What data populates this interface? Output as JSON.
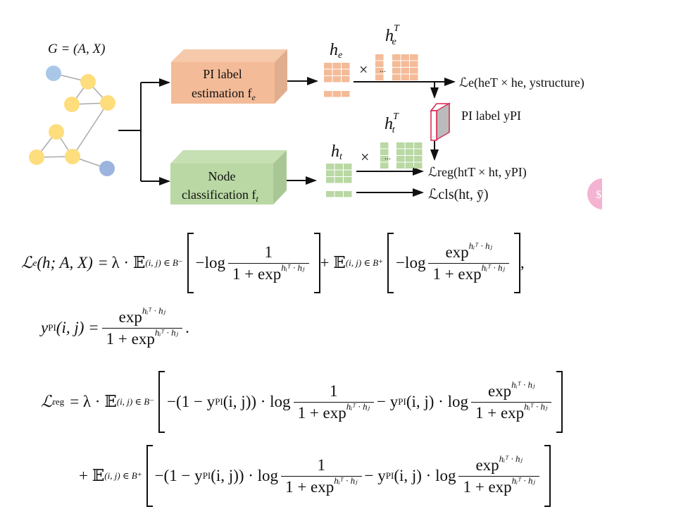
{
  "diagram": {
    "graph_label": "G = (A, X)",
    "box_pi_line1": "PI label",
    "box_pi_line2": "estimation f",
    "box_pi_sub": "e",
    "box_node_line1": "Node",
    "box_node_line2": "classification f",
    "box_node_sub": "t",
    "he_label": "h",
    "he_sub": "e",
    "heT_label": "h",
    "heT_sub": "e",
    "heT_sup": "T",
    "ht_label": "h",
    "ht_sub": "t",
    "htT_label": "h",
    "htT_sub": "t",
    "htT_sup": "T",
    "times": "×",
    "dots": "...",
    "loss_e": "ℒe(heT × he, ystructure)",
    "pi_label": "PI label  yPI",
    "loss_reg": "ℒreg(htT × ht, yPI)",
    "loss_cls": "ℒcls(ht, ȳ)",
    "colors": {
      "orange": "#f4bb98",
      "green": "#b9d8a3",
      "yellow": "#fedd7d",
      "blue": "#a9c8e8",
      "blue2": "#9db4de",
      "red": "#d8204a"
    }
  },
  "equations": {
    "eq1_lhs": "ℒ",
    "eq1_lhs_sub": "e",
    "eq1_args": "(h; A, X)",
    "eq1_eq": "= λ · 𝔼",
    "eq1_E_sub": "(i, j) ∈ B⁻",
    "neglog": "−log",
    "one": "1",
    "onepexp": "1 + exp",
    "exp": "exp",
    "expsup": "hᵢᵀ · hⱼ",
    "plusE": "+ 𝔼",
    "E_pos_sub": "(i, j) ∈ B⁺",
    "comma": ",",
    "eq2_lhs": "y",
    "eq2_sub": "PI",
    "eq2_args": "(i, j) =",
    "period": ".",
    "eq3_lhs": "ℒ",
    "eq3_sub": "reg",
    "eq3_eq": "= λ · 𝔼",
    "term_a": "−(1 − y",
    "term_a_sub": "PI",
    "term_a_end": "(i, j)) · log",
    "term_b": "− y",
    "term_b_sub": "PI",
    "term_b_end": "(i, j) · log"
  },
  "overlay": {
    "badge_glyph": "$"
  }
}
